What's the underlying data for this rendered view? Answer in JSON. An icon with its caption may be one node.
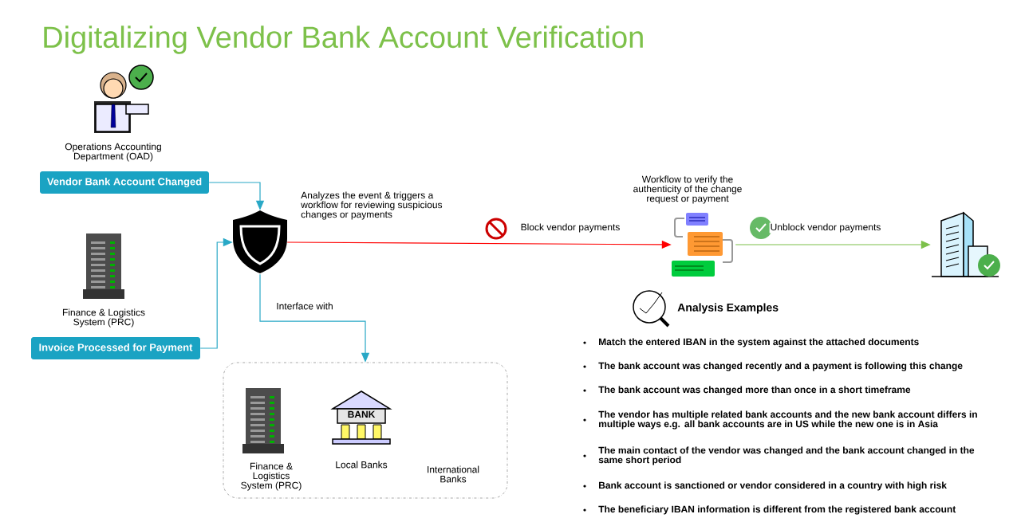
{
  "diagram": {
    "title": "Digitalizing Vendor Bank Account Verification",
    "nodes": [
      {
        "text": [
          "Operations Accounting Department (OAD)"
        ]
      },
      {
        "text": [
          "Vendor Bank Account Changed"
        ]
      },
      {
        "text": [
          "Finance & Logistics System (PRC)"
        ]
      },
      {
        "text": [
          "Invoice Processed for Payment"
        ]
      },
      {
        "text": [],
        "shape": "picture",
        "beside": [
          "Analyzes the event & triggers a workflow for reviewing suspicious changes or payments"
        ]
      },
      {
        "text": [
          "Workflow to verify the authenticity of the change request or payment"
        ]
      },
      {
        "text": [],
        "shape": "picture"
      },
      {
        "text": [],
        "shape": "box"
      },
      {
        "text": [
          "Finance & Logistics System (PRC)"
        ],
        "in": 7
      },
      {
        "text": [
          "BANK",
          "Local Banks"
        ],
        "in": 7
      },
      {
        "text": [
          "International Banks"
        ],
        "in": 7
      }
    ],
    "edges": [
      {
        "from": 1,
        "to": 4,
        "arrow": "to"
      },
      {
        "from": 3,
        "to": 4,
        "arrow": "to"
      },
      {
        "from": 4,
        "to": 7,
        "arrow": "to",
        "label": "Interface with"
      },
      {
        "from": 4,
        "to": 5,
        "arrow": "to",
        "label": "Block vendor payments",
        "color": "#ff0000"
      },
      {
        "from": 5,
        "to": 6,
        "arrow": "to",
        "label": "Unblock vendor payments",
        "color": "#7cc04a"
      }
    ],
    "labels": [
      "Analysis Examples",
      "Match the entered IBAN in the system against the attached documents",
      "The bank account was changed recently and a payment is following this change",
      "The bank account was changed more than once in a short timeframe",
      "The vendor has multiple related bank accounts and the new bank account differs in multiple ways e.g. all bank accounts are in US while the new one is in Asia",
      "The main contact of the vendor was changed and the bank account changed in the same short period",
      "Bank account is sanctioned or vendor considered in a country with high risk",
      "The beneficiary IBAN information is different from the registered bank account"
    ]
  }
}
